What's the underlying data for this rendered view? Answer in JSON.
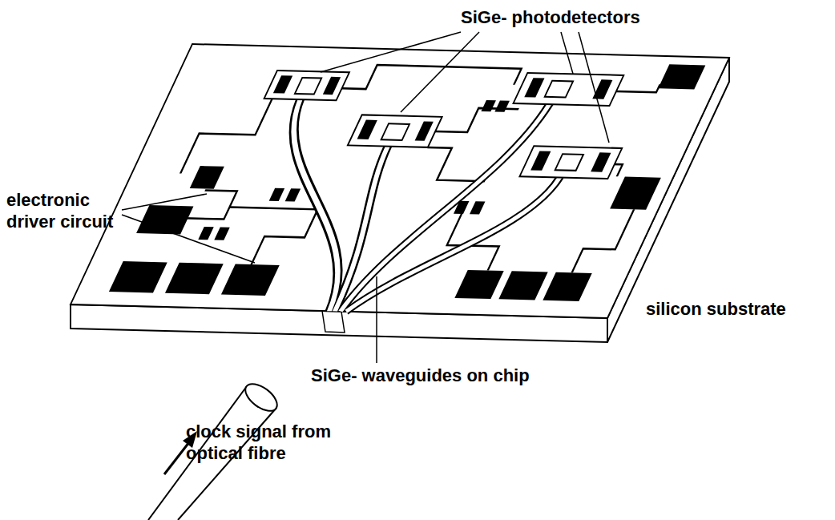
{
  "diagram": {
    "labels": [
      "SiGe- photodetectors",
      "electronic driver circuit",
      "silicon substrate",
      "SiGe- waveguides on chip",
      "clock signal from optical fibre"
    ]
  }
}
